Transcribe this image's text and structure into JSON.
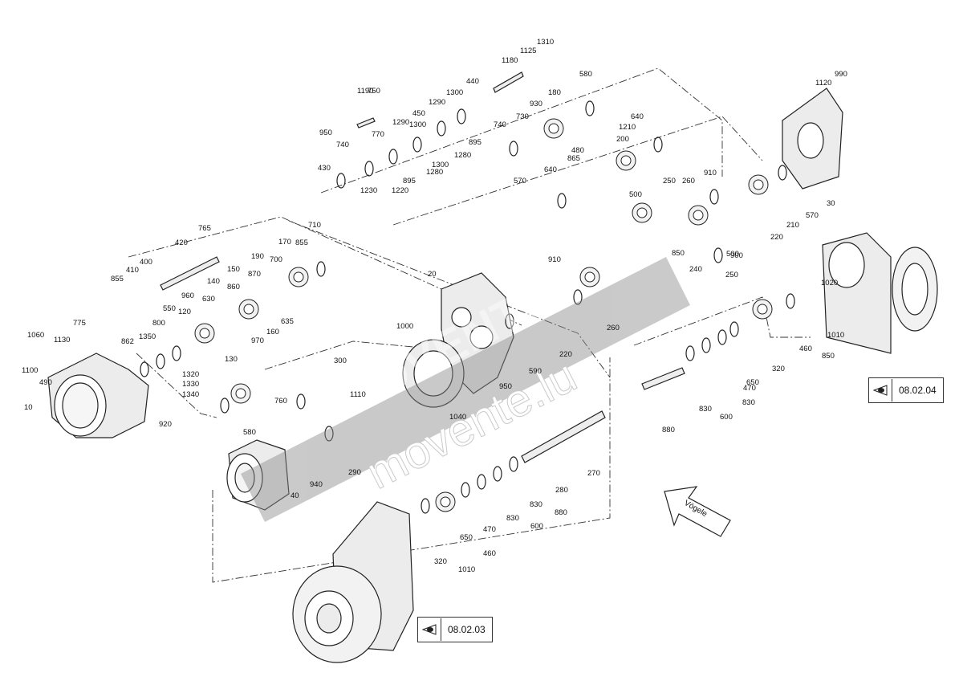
{
  "colors": {
    "line": "#222222",
    "fill": "#e8e8e8",
    "watermark": "#9a9a9a"
  },
  "watermark": {
    "brand": "MOVENTE",
    "site": "movente.lu"
  },
  "brand_arrow_text": "Vögele",
  "reference_boxes": [
    {
      "code": "08.02.04",
      "icon": "eye-triangle-icon"
    },
    {
      "code": "08.02.03",
      "icon": "eye-triangle-icon"
    }
  ],
  "part_numbers": [
    "1310",
    "1125",
    "1180",
    "580",
    "990",
    "1120",
    "440",
    "180",
    "1300",
    "930",
    "1290",
    "450",
    "730",
    "740",
    "750",
    "1290",
    "1300",
    "640",
    "1190",
    "1280",
    "895",
    "1210",
    "950",
    "740",
    "770",
    "1280",
    "200",
    "1300",
    "895",
    "570",
    "480",
    "865",
    "1220",
    "430",
    "1230",
    "640",
    "910",
    "260",
    "250",
    "500",
    "30",
    "570",
    "210",
    "220",
    "765",
    "710",
    "420",
    "170",
    "400",
    "855",
    "410",
    "190",
    "700",
    "855",
    "870",
    "150",
    "140",
    "860",
    "910",
    "960",
    "630",
    "1020",
    "550",
    "120",
    "20",
    "775",
    "800",
    "1000",
    "635",
    "862",
    "1350",
    "970",
    "160",
    "1060",
    "1130",
    "1320",
    "1330",
    "1340",
    "300",
    "1100",
    "490",
    "130",
    "760",
    "1110",
    "10",
    "920",
    "580",
    "290",
    "940",
    "40",
    "900",
    "260",
    "220",
    "590",
    "950",
    "1040",
    "1010",
    "850",
    "460",
    "320",
    "650",
    "470",
    "830",
    "830",
    "600",
    "880",
    "270",
    "280",
    "880",
    "830",
    "600",
    "830",
    "470",
    "650",
    "460",
    "320",
    "1010",
    "850",
    "240",
    "250",
    "500",
    "900"
  ]
}
